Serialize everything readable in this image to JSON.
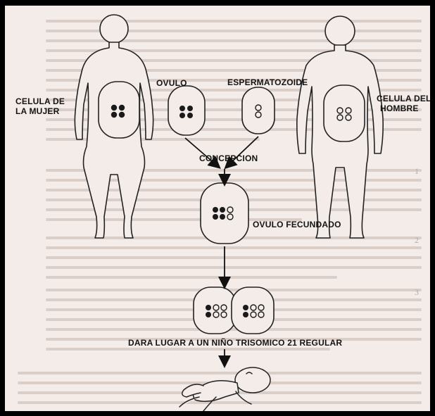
{
  "labels": {
    "cell_woman_line1": "CELULA DE",
    "cell_woman_line2": "LA MUJER",
    "ovulo": "OVULO",
    "espermatozoide": "ESPERMATOZOIDE",
    "cell_man_line1": "CELULA DEL",
    "cell_man_line2": "HOMBRE",
    "concepcion": "CONCEPCION",
    "ovulo_fecundado": "OVULO FECUNDADO",
    "result": "DARA LUGAR A UN NIÑO TRISOMICO 21 REGULAR"
  },
  "background_page_numbers": [
    "1",
    "2",
    "3"
  ],
  "colors": {
    "frame_border": "#000000",
    "paper": "#f3ece8",
    "ink": "#141414",
    "show_through_text": "#cdbfb9"
  }
}
